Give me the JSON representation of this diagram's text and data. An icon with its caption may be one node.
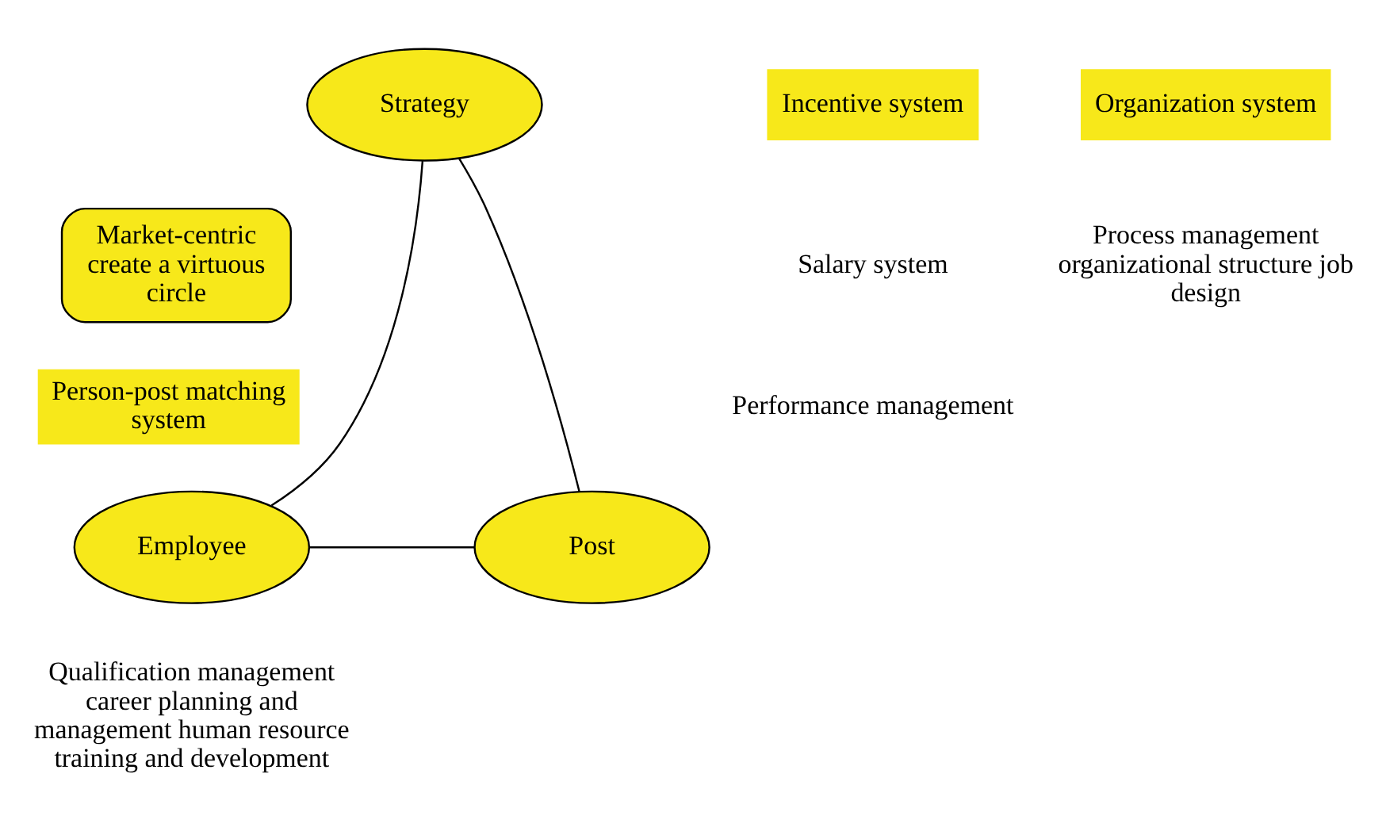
{
  "diagram": {
    "nodes": [
      {
        "text": [
          "Strategy"
        ]
      },
      {
        "text": [
          "Incentive system"
        ]
      },
      {
        "text": [
          "Organization system"
        ]
      },
      {
        "text": [
          "Market-centric create a virtuous circle"
        ]
      },
      {
        "text": [
          "Person-post matching system"
        ]
      },
      {
        "text": [
          "Employee"
        ]
      },
      {
        "text": [
          "Post"
        ]
      }
    ],
    "edges": [
      {
        "from": 0,
        "to": 5,
        "arrow": "none"
      },
      {
        "from": 0,
        "to": 6,
        "arrow": "none"
      },
      {
        "from": 5,
        "to": 6,
        "arrow": "none"
      }
    ],
    "labels": [
      "Salary system",
      "Performance management",
      "Process management organizational structure job design",
      "Qualification management career planning and management human resource training and development"
    ]
  }
}
